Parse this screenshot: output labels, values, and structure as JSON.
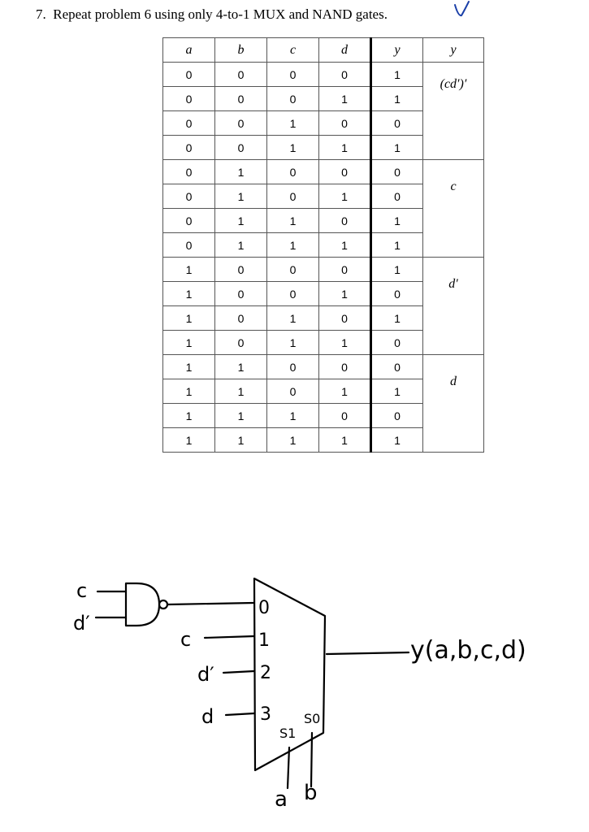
{
  "problem": {
    "title": "7.  Repeat problem 6 using only 4-to-1 MUX and NAND gates."
  },
  "table": {
    "headers": [
      "a",
      "b",
      "c",
      "d",
      "y",
      "y"
    ],
    "rows": [
      [
        "0",
        "0",
        "0",
        "0",
        "1"
      ],
      [
        "0",
        "0",
        "0",
        "1",
        "1"
      ],
      [
        "0",
        "0",
        "1",
        "0",
        "0"
      ],
      [
        "0",
        "0",
        "1",
        "1",
        "1"
      ],
      [
        "0",
        "1",
        "0",
        "0",
        "0"
      ],
      [
        "0",
        "1",
        "0",
        "1",
        "0"
      ],
      [
        "0",
        "1",
        "1",
        "0",
        "1"
      ],
      [
        "0",
        "1",
        "1",
        "1",
        "1"
      ],
      [
        "1",
        "0",
        "0",
        "0",
        "1"
      ],
      [
        "1",
        "0",
        "0",
        "1",
        "0"
      ],
      [
        "1",
        "0",
        "1",
        "0",
        "1"
      ],
      [
        "1",
        "0",
        "1",
        "1",
        "0"
      ],
      [
        "1",
        "1",
        "0",
        "0",
        "0"
      ],
      [
        "1",
        "1",
        "0",
        "1",
        "1"
      ],
      [
        "1",
        "1",
        "1",
        "0",
        "0"
      ],
      [
        "1",
        "1",
        "1",
        "1",
        "1"
      ]
    ],
    "groups": [
      "(cd′)′",
      "c",
      "d′",
      "d"
    ]
  },
  "circuit": {
    "nand_inputs": [
      "c",
      "d′"
    ],
    "mux_inputs": [
      {
        "index": "0",
        "signal": ""
      },
      {
        "index": "1",
        "signal": "c"
      },
      {
        "index": "2",
        "signal": "d′"
      },
      {
        "index": "3",
        "signal": "d"
      }
    ],
    "select_labels": [
      "S1",
      "S0"
    ],
    "select_signals": [
      "a",
      "b"
    ],
    "output": "y(a,b,c,d)"
  }
}
